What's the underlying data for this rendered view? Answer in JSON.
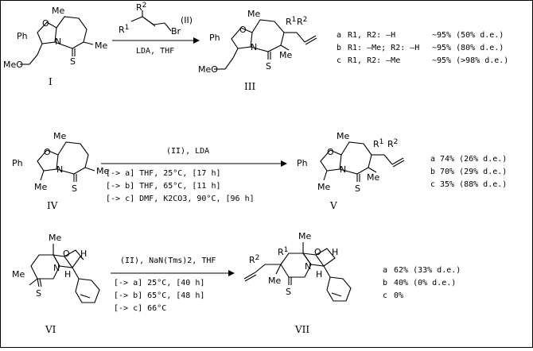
{
  "reagent_top": {
    "reagent_number": "(II)",
    "br": "Br",
    "r1": "R1",
    "r2": "R2",
    "conditions": "LDA,  THF"
  },
  "compounds": {
    "I": "I",
    "III": "III",
    "IV": "IV",
    "V": "V",
    "VI": "VI",
    "VII": "VII"
  },
  "atom_labels": {
    "me": "Me",
    "ph": "Ph",
    "o": "O",
    "n": "N",
    "s": "S",
    "h": "H",
    "meo": "MeO",
    "r1": "R1",
    "r2": "R2"
  },
  "results_top": [
    {
      "tag": "a",
      "subst": "R1, R2: —H",
      "yield": "~95% (50% d.e.)"
    },
    {
      "tag": "b",
      "subst": "R1: —Me; R2: —H",
      "yield": "~95% (80% d.e.)"
    },
    {
      "tag": "c",
      "subst": "R1, R2: —Me",
      "yield": "~95% (>98% d.e.)"
    }
  ],
  "reaction_mid": {
    "reagents": "(II), LDA",
    "conditions": [
      "[-> a]  THF, 25°C, [17 h]",
      "[-> b]  THF, 65°C, [11 h]",
      "[-> c]  DMF, K2CO3, 90°C, [96 h]"
    ]
  },
  "results_mid": [
    {
      "tag": "a",
      "yield": "74% (26% d.e.)"
    },
    {
      "tag": "b",
      "yield": "70% (29% d.e.)"
    },
    {
      "tag": "c",
      "yield": "35% (88% d.e.)"
    }
  ],
  "reaction_bot": {
    "reagents": "(II), NaN(Tms)2, THF",
    "conditions": [
      "[-> a]  25°C, [40 h]",
      "[-> b]  65°C, [48 h]",
      "[-> c]  66°C"
    ]
  },
  "results_bot": [
    {
      "tag": "a",
      "yield": "62% (33% d.e.)"
    },
    {
      "tag": "b",
      "yield": "40% (0% d.e.)"
    },
    {
      "tag": "c",
      "yield": "0%"
    }
  ]
}
